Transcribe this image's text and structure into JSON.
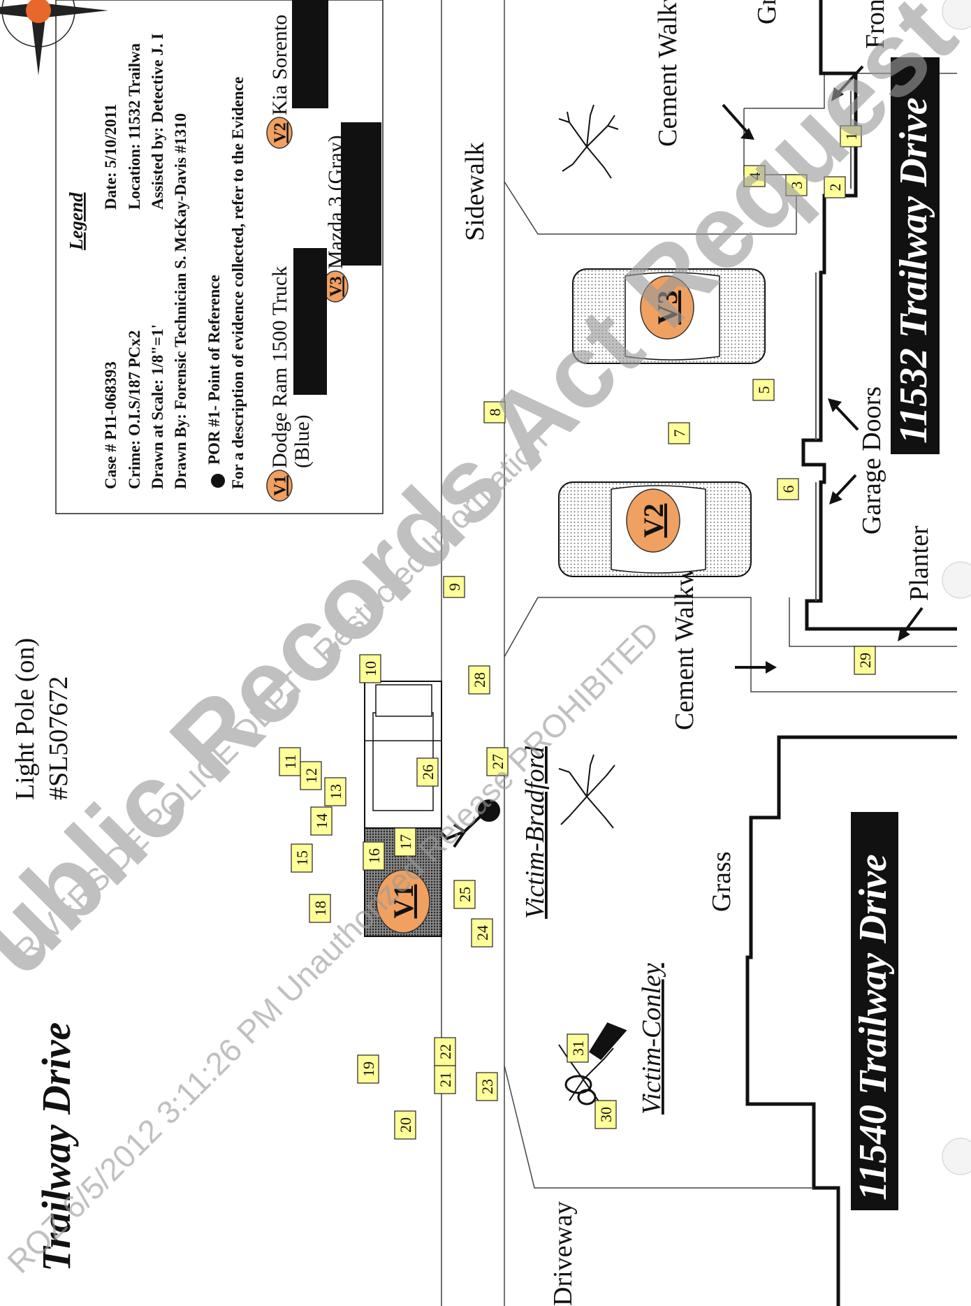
{
  "diagram": {
    "title": "Trailway Drive",
    "light_pole": {
      "label": "Light Pole (on)",
      "id": "#SL507672"
    },
    "legend": {
      "heading": "Legend",
      "lines": [
        "Case # P11-068393",
        "Crime: O.I.S/187 PCx2",
        "Drawn at Scale: 1/8\"=1'",
        "Drawn By: Forensic Technician S. McKay-Davis #1310",
        "POR #1- Point of Reference",
        "For a description of evidence collected, refer to the Evidence"
      ],
      "right_lines": [
        "Date: 5/10/2011",
        "Location: 11532 Trailwa",
        "Assisted by: Detective J. I"
      ],
      "vehicles": [
        {
          "badge": "V1",
          "label": "Dodge Ram 1500 Truck",
          "color": "(Blue)"
        },
        {
          "badge": "V2",
          "label": "Kia Sorento"
        },
        {
          "badge": "V3",
          "label": "Mazda 3 (Gray)"
        }
      ]
    },
    "street_labels": {
      "sidewalk": "Sidewalk",
      "cement_walkway_upper": "Cement Walkway",
      "cement_walkway_lower": "Cement Walkway",
      "garage_doors": "Garage Doors",
      "planter": "Planter",
      "grass": "Grass",
      "grass_top": "Gr",
      "front": "Fron",
      "driveway": "Driveway",
      "victim_bradford": "Victim-Bradford",
      "victim_conley": "Victim-Conley"
    },
    "address_banners": [
      "11532 Trailway Drive",
      "11540 Trailway Drive"
    ],
    "vehicles_on_map": [
      "V1",
      "V2",
      "V3"
    ],
    "evidence_markers": [
      "1",
      "2",
      "3",
      "4",
      "5",
      "6",
      "7",
      "8",
      "9",
      "10",
      "11",
      "12",
      "13",
      "14",
      "15",
      "16",
      "17",
      "18",
      "19",
      "20",
      "21",
      "22",
      "23",
      "24",
      "25",
      "26",
      "27",
      "28",
      "29",
      "30",
      "31"
    ],
    "watermark": [
      "RIVERSIDE POLICE DEPT - Restricted Information",
      "Public Records Act Request",
      "ROZ 6/5/2012 3:11:26 PM Unauthorized Release PROHIBITED"
    ],
    "colors": {
      "badge": "#f0a060",
      "marker": "#ffff99",
      "banner": "#111111"
    }
  }
}
